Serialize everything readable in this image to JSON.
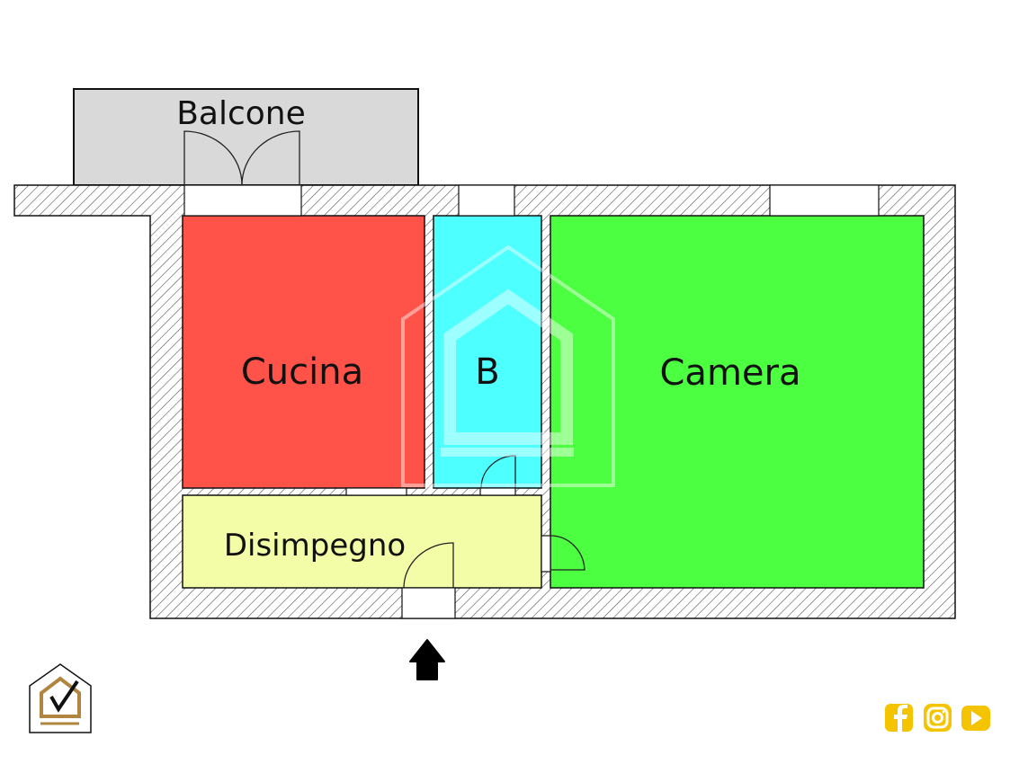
{
  "rooms": {
    "balcone": "Balcone",
    "cucina": "Cucina",
    "bagno": "B",
    "camera": "Camera",
    "disimpegno": "Disimpegno"
  },
  "logo_text": "",
  "social": [
    "facebook-icon",
    "instagram-icon",
    "youtube-icon"
  ],
  "colors": {
    "cucina": "#ff5349",
    "bagno": "#4dffff",
    "camera": "#4cff40",
    "disimpegno": "#f3fca6",
    "balcone": "#d9d9d9",
    "brand_gold": "#b08540",
    "social": "#f5c400"
  }
}
